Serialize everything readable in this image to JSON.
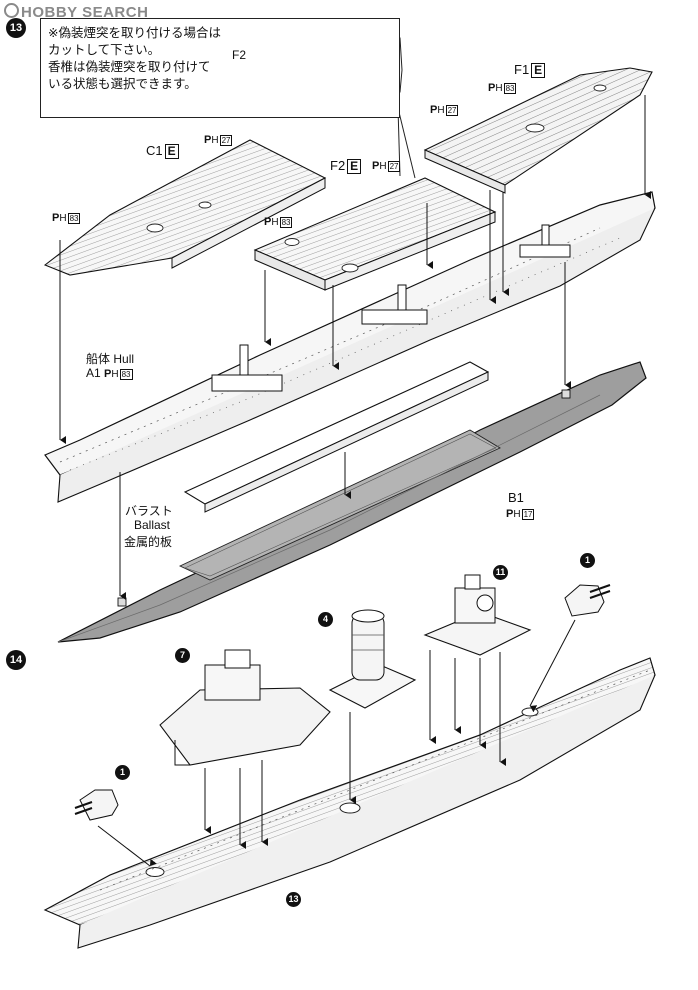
{
  "watermark": "HOBBY SEARCH",
  "steps": {
    "step13": "13",
    "step14": "14"
  },
  "note": {
    "line1": "※偽装煙突を取り付ける場合は",
    "line2": "カットして下さい。",
    "line3": "香椎は偽装煙突を取り付けて",
    "line4": "いる状態も選択できます。",
    "part": "F2"
  },
  "parts": {
    "f1": {
      "label": "F1",
      "marker": "E"
    },
    "c1": {
      "label": "C1",
      "marker": "E"
    },
    "f2": {
      "label": "F2",
      "marker": "E"
    },
    "hull_jp": "船体",
    "hull_en": "Hull",
    "a1": "A1",
    "b1": "B1",
    "ballast_jp": "バラスト",
    "ballast_en": "Ballast",
    "ballast_jp2": "金属的板"
  },
  "paint_refs": {
    "f1_a": "83",
    "f1_b": "27",
    "c1_a": "27",
    "c1_b": "83",
    "f2_a": "27",
    "f2_b": "83",
    "a1": "83",
    "b1": "17"
  },
  "subassemblies": {
    "s1": "1",
    "s4": "4",
    "s7": "7",
    "s11": "11",
    "s1b": "1",
    "s13": "13"
  }
}
